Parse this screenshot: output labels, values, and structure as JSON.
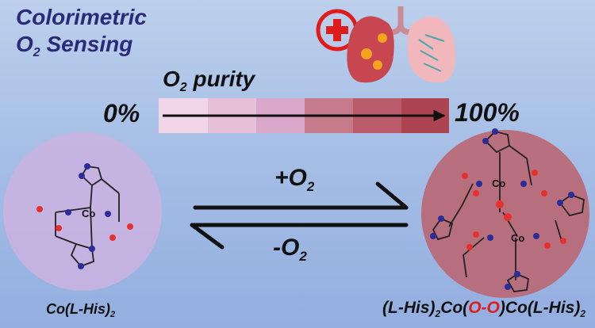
{
  "title": {
    "line1": "Colorimetric",
    "line2_prefix": "O",
    "line2_sub": "2",
    "line2_suffix": " Sensing"
  },
  "purity": {
    "label_prefix": "O",
    "label_sub": "2",
    "label_suffix": " purity",
    "start": "0%",
    "end": "100%",
    "gradient_colors": [
      "#f0d6e8",
      "#e7bfd9",
      "#d9a7c9",
      "#c67b8a",
      "#bb5c6c",
      "#ad4451"
    ]
  },
  "forward": {
    "prefix": "+O",
    "sub": "2"
  },
  "reverse": {
    "prefix": "-O",
    "sub": "2"
  },
  "left_complex": {
    "prefix": "Co(L-His)",
    "sub": "2",
    "metal": "Co"
  },
  "right_complex": {
    "part1": "(L-His)",
    "sub1": "2",
    "part2": "Co(",
    "red": "O-O",
    "part3": ")Co(L-His)",
    "sub2": "2",
    "metal": "Co"
  },
  "colors": {
    "title": "#2a2a7a",
    "left_circle": "#c9b2e0",
    "right_circle": "#b86a78",
    "plus_icon": "#e01b1b",
    "lung": "#c8464f"
  }
}
